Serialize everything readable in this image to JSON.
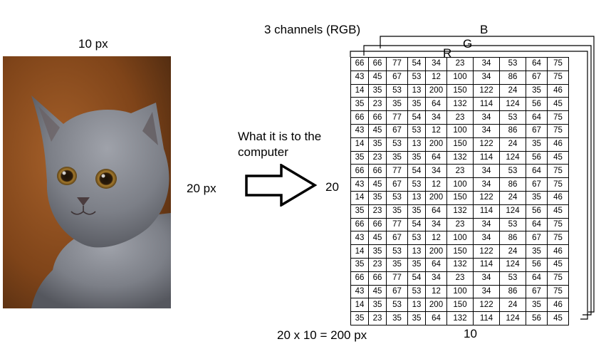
{
  "labels": {
    "width_px": "10 px",
    "height_px": "20 px",
    "channels": "3 channels (RGB)",
    "channel_b": "B",
    "channel_g": "G",
    "channel_r": "R",
    "computer_view": "What it is to the computer",
    "rows": "20",
    "cols": "10",
    "total": "20 x 10 = 200 px"
  },
  "image": {
    "subject": "kitten-photo",
    "background_color": "#8b4a1e",
    "fur_color": "#7d7f86"
  },
  "matrix_pattern": [
    [
      "66",
      "66",
      "77",
      "54",
      "34",
      "23",
      "34",
      "53",
      "64",
      "75"
    ],
    [
      "43",
      "45",
      "67",
      "53",
      "12",
      "100",
      "34",
      "86",
      "67",
      "75"
    ],
    [
      "14",
      "35",
      "53",
      "13",
      "200",
      "150",
      "122",
      "24",
      "35",
      "46"
    ],
    [
      "35",
      "23",
      "35",
      "35",
      "64",
      "132",
      "114",
      "124",
      "56",
      "45"
    ]
  ],
  "matrix": {
    "rows": [
      [
        "66",
        "66",
        "77",
        "54",
        "34",
        "23",
        "34",
        "53",
        "64",
        "75"
      ],
      [
        "43",
        "45",
        "67",
        "53",
        "12",
        "100",
        "34",
        "86",
        "67",
        "75"
      ],
      [
        "14",
        "35",
        "53",
        "13",
        "200",
        "150",
        "122",
        "24",
        "35",
        "46"
      ],
      [
        "35",
        "23",
        "35",
        "35",
        "64",
        "132",
        "114",
        "124",
        "56",
        "45"
      ],
      [
        "66",
        "66",
        "77",
        "54",
        "34",
        "23",
        "34",
        "53",
        "64",
        "75"
      ],
      [
        "43",
        "45",
        "67",
        "53",
        "12",
        "100",
        "34",
        "86",
        "67",
        "75"
      ],
      [
        "14",
        "35",
        "53",
        "13",
        "200",
        "150",
        "122",
        "24",
        "35",
        "46"
      ],
      [
        "35",
        "23",
        "35",
        "35",
        "64",
        "132",
        "114",
        "124",
        "56",
        "45"
      ],
      [
        "66",
        "66",
        "77",
        "54",
        "34",
        "23",
        "34",
        "53",
        "64",
        "75"
      ],
      [
        "43",
        "45",
        "67",
        "53",
        "12",
        "100",
        "34",
        "86",
        "67",
        "75"
      ],
      [
        "14",
        "35",
        "53",
        "13",
        "200",
        "150",
        "122",
        "24",
        "35",
        "46"
      ],
      [
        "35",
        "23",
        "35",
        "35",
        "64",
        "132",
        "114",
        "124",
        "56",
        "45"
      ],
      [
        "66",
        "66",
        "77",
        "54",
        "34",
        "23",
        "34",
        "53",
        "64",
        "75"
      ],
      [
        "43",
        "45",
        "67",
        "53",
        "12",
        "100",
        "34",
        "86",
        "67",
        "75"
      ],
      [
        "14",
        "35",
        "53",
        "13",
        "200",
        "150",
        "122",
        "24",
        "35",
        "46"
      ],
      [
        "35",
        "23",
        "35",
        "35",
        "64",
        "132",
        "114",
        "124",
        "56",
        "45"
      ],
      [
        "66",
        "66",
        "77",
        "54",
        "34",
        "23",
        "34",
        "53",
        "64",
        "75"
      ],
      [
        "43",
        "45",
        "67",
        "53",
        "12",
        "100",
        "34",
        "86",
        "67",
        "75"
      ],
      [
        "14",
        "35",
        "53",
        "13",
        "200",
        "150",
        "122",
        "24",
        "35",
        "46"
      ],
      [
        "35",
        "23",
        "35",
        "35",
        "64",
        "132",
        "114",
        "124",
        "56",
        "45"
      ]
    ]
  }
}
